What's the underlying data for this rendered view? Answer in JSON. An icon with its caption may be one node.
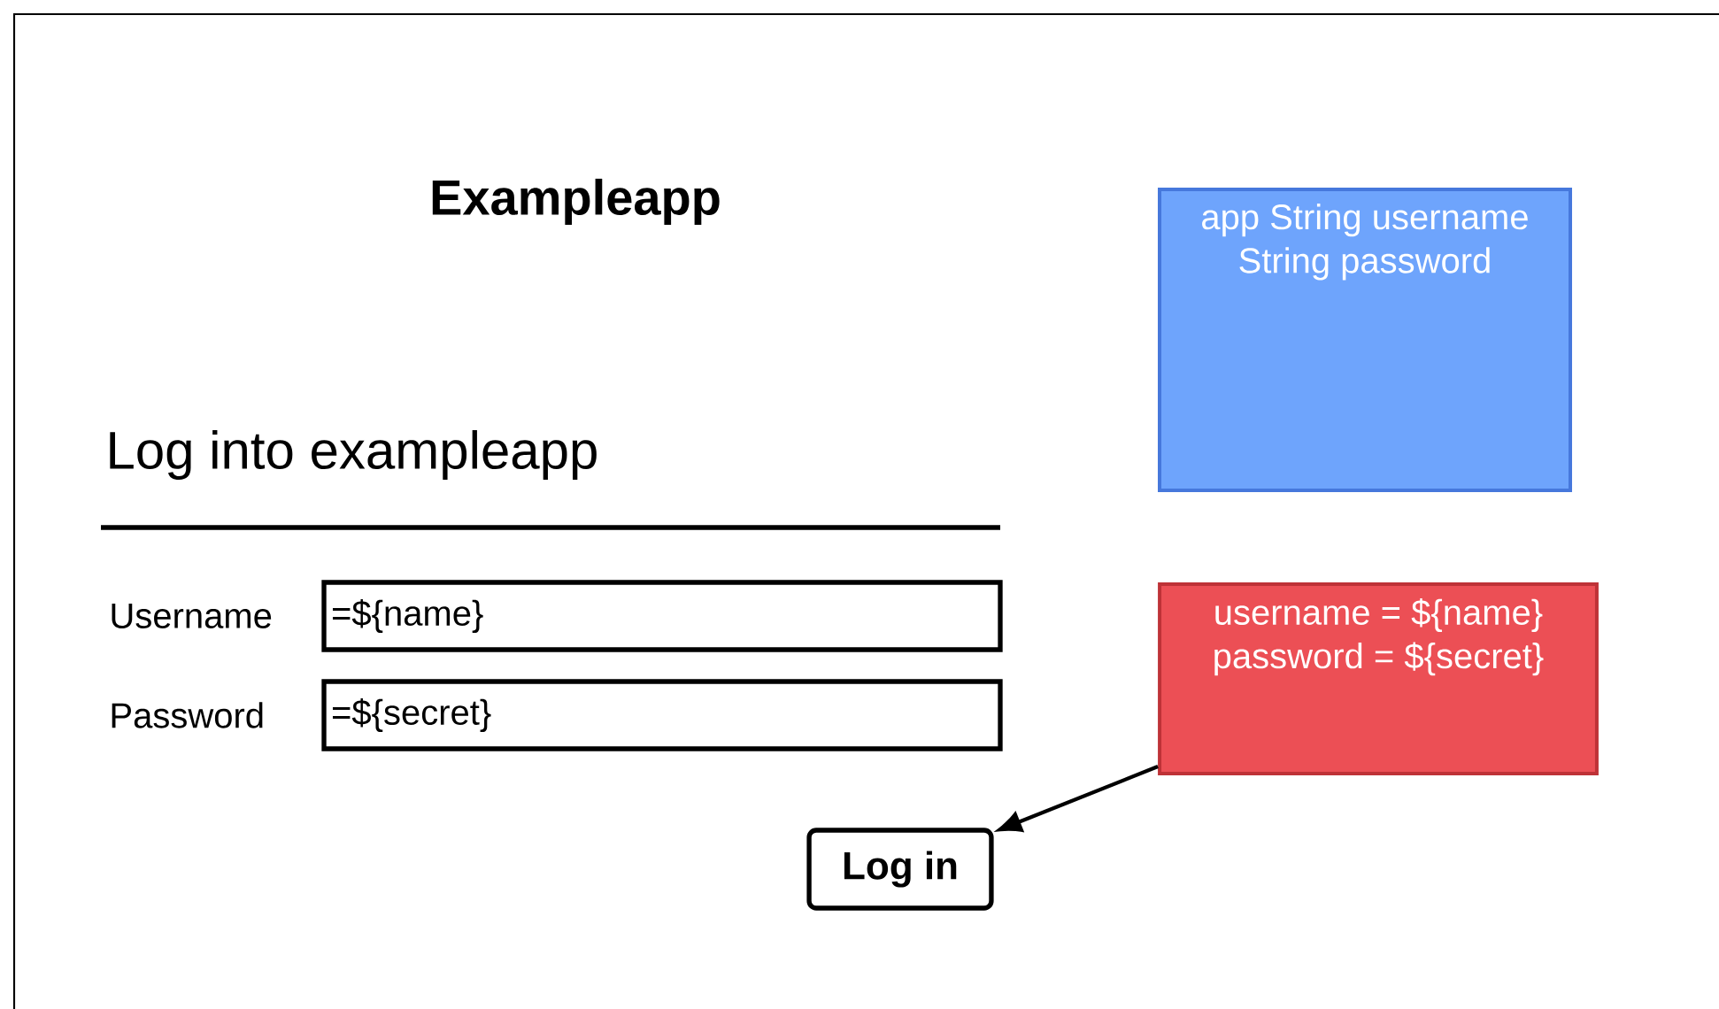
{
  "diagram": {
    "title": "Exampleapp",
    "nodes": [
      {
        "text": [
          "app String username String password"
        ]
      },
      {
        "text": [
          "=${name}"
        ],
        "beside": [
          "Username"
        ]
      },
      {
        "text": [
          "=${secret}"
        ],
        "beside": [
          "Password"
        ]
      },
      {
        "text": [
          "username = ${name} password = ${secret}"
        ]
      },
      {
        "text": [
          "Log in"
        ]
      }
    ],
    "edges": [
      {
        "from": 3,
        "to": 4,
        "arrow": "to"
      }
    ],
    "labels": [
      "Log into exampleapp"
    ]
  }
}
